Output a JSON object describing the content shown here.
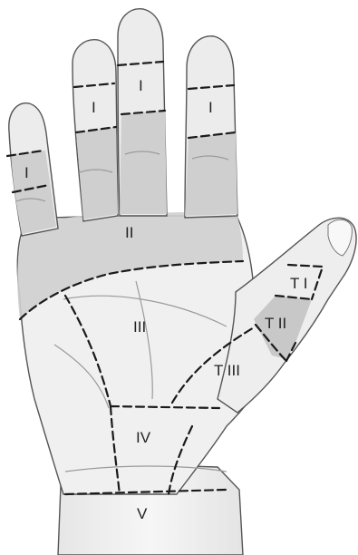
{
  "zones": {
    "finger_index": "I",
    "finger_middle": "I",
    "finger_ring": "I",
    "finger_little": "I",
    "zone_2": "II",
    "zone_3": "III",
    "zone_4": "IV",
    "zone_5": "V",
    "thumb_1": "T I",
    "thumb_2": "T II",
    "thumb_3": "T III"
  },
  "colors": {
    "skin": "#f2f2f2",
    "shaded_zone": "#cfcfcf",
    "outline": "#555555",
    "dash_line": "#1a1a1a"
  }
}
